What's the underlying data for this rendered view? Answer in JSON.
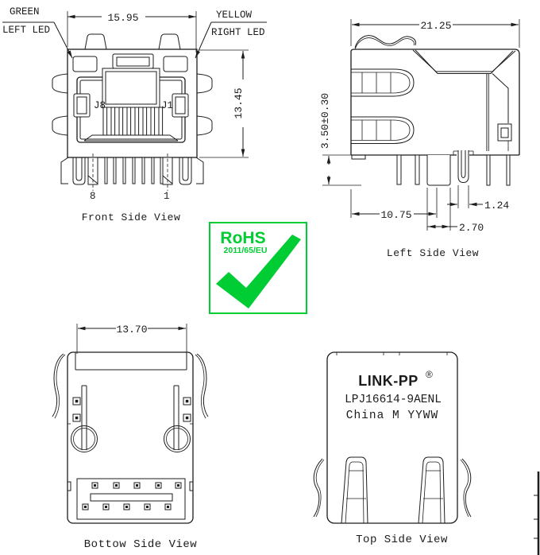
{
  "colors": {
    "line": "#1c1c1c",
    "rohs_green": "#00cc33",
    "background": "#ffffff"
  },
  "front_view": {
    "caption": "Front Side View",
    "left_led_color": "GREEN",
    "left_led_name": "LEFT LED",
    "right_led_color": "YELLOW",
    "right_led_name": "RIGHT LED",
    "dim_width": "15.95",
    "dim_height": "13.45",
    "jack_label_left": "J8",
    "jack_label_right": "J1",
    "pin_number_left": "8",
    "pin_number_right": "1"
  },
  "left_view": {
    "caption": "Left Side View",
    "dim_depth": "21.25",
    "dim_standoff": "3.50±0.30",
    "dim_pin_row": "10.75",
    "dim_pin_width": "1.24",
    "dim_post_width": "2.70"
  },
  "bottom_view": {
    "caption": "Bottow Side View",
    "dim_front_width": "13.70"
  },
  "top_view": {
    "caption": "Top Side View",
    "brand": "LINK-PP",
    "registered_mark": "®",
    "part_number": "LPJ16614-9AENL",
    "origin_code": "China M YYWW"
  },
  "rohs": {
    "title": "RoHS",
    "directive": "2011/65/EU"
  }
}
